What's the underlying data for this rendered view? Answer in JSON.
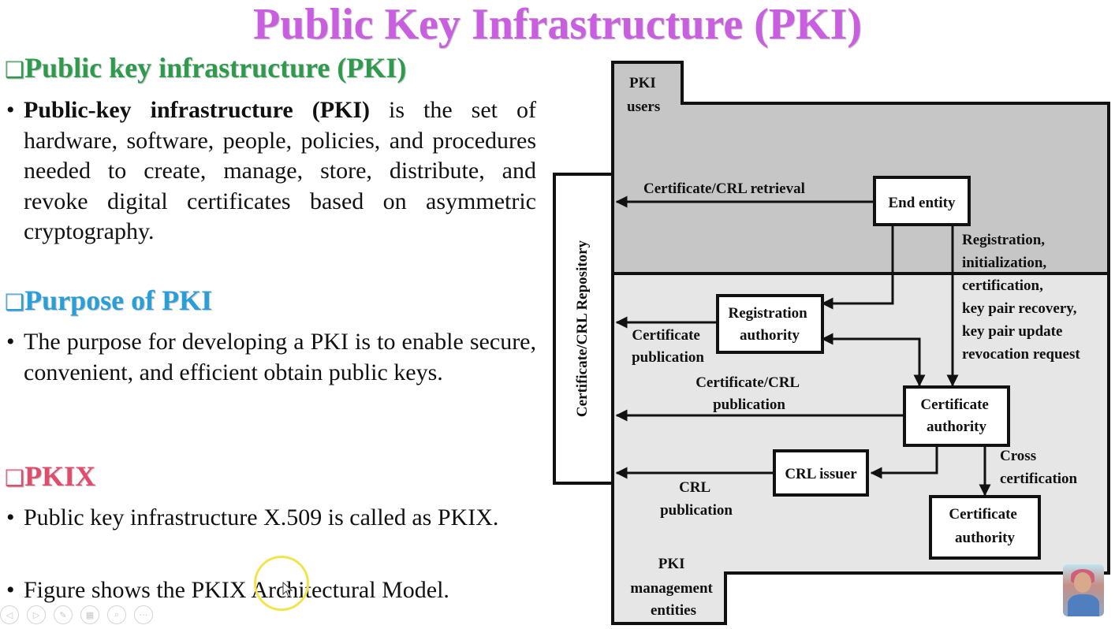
{
  "slide": {
    "title": "Public Key Infrastructure (PKI)"
  },
  "sections": [
    {
      "heading": "Public key infrastructure (PKI)",
      "bullets": [
        {
          "bold": "Public-key infrastructure (PKI)",
          "text": " is the set of hardware, software, people, policies, and procedures needed to create, manage, store, distribute, and revoke digital certificates based on asymmetric cryptography."
        }
      ]
    },
    {
      "heading": "Purpose of PKI",
      "bullets": [
        {
          "text": "The purpose for developing a PKI is to enable secure, convenient, and efficient obtain public keys."
        }
      ]
    },
    {
      "heading": "PKIX",
      "bullets": [
        {
          "text": "Public key infrastructure X.509 is called as PKIX."
        },
        {
          "text": "Figure shows the PKIX Architectural Model."
        }
      ]
    }
  ],
  "diagram": {
    "regions": {
      "pki_users": [
        "PKI",
        "users"
      ],
      "repository": "Certificate/CRL Repository",
      "pki_management_entities": [
        "PKI",
        "management",
        "entities"
      ]
    },
    "nodes": {
      "end_entity": "End entity",
      "registration_authority": [
        "Registration",
        "authority"
      ],
      "certificate_authority": [
        "Certificate",
        "authority"
      ],
      "crl_issuer": "CRL issuer",
      "certificate_authority_2": [
        "Certificate",
        "authority"
      ]
    },
    "labels": {
      "retrieval": "Certificate/CRL retrieval",
      "cert_publication": [
        "Certificate",
        "publication"
      ],
      "cert_crl_publication": [
        "Certificate/CRL",
        "publication"
      ],
      "crl_publication": [
        "CRL",
        "publication"
      ],
      "cross_certification": [
        "Cross",
        "certification"
      ],
      "management_functions": [
        "Registration,",
        "initialization,",
        "certification,",
        "key pair recovery,",
        "key pair update",
        "revocation request"
      ]
    }
  },
  "player_controls": [
    {
      "name": "previous",
      "glyph": "◁"
    },
    {
      "name": "next",
      "glyph": "▷"
    },
    {
      "name": "pen",
      "glyph": "✎"
    },
    {
      "name": "slides",
      "glyph": "▦"
    },
    {
      "name": "zoom",
      "glyph": "⌕"
    },
    {
      "name": "more",
      "glyph": "···"
    }
  ],
  "colors": {
    "title": "#c95fe0",
    "heading_pki": "#2e9a4c",
    "heading_purpose": "#2a9ed8",
    "heading_pkix": "#e04c6c",
    "users_region": "#c6c6c6",
    "management_region": "#e6e6e6"
  }
}
